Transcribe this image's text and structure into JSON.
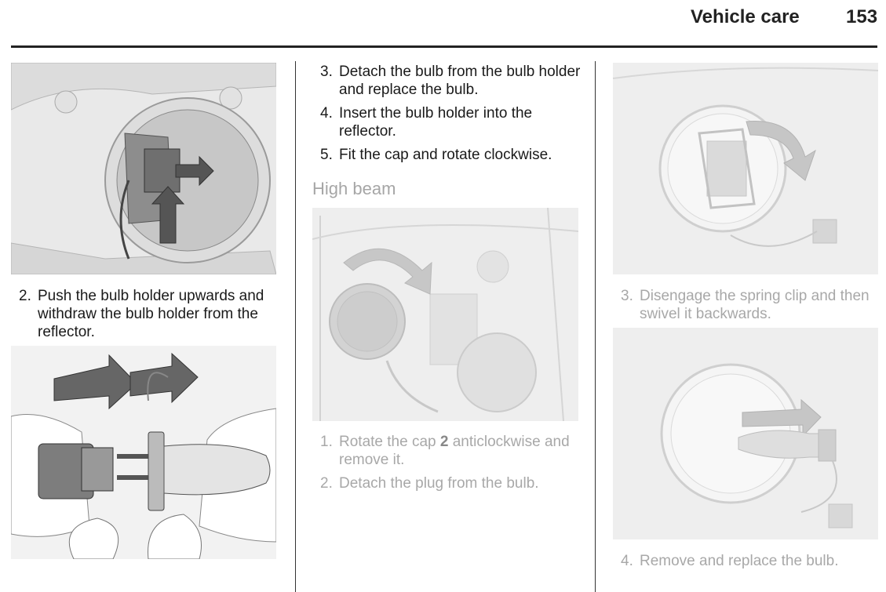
{
  "header": {
    "title": "Vehicle care",
    "page_number": "153"
  },
  "col1": {
    "step2": {
      "num": "2.",
      "text": "Push the bulb holder upwards and withdraw the bulb holder from the reflector."
    }
  },
  "col2": {
    "steps_top": [
      {
        "num": "3.",
        "text": "Detach the bulb from the bulb holder and replace the bulb."
      },
      {
        "num": "4.",
        "text": "Insert the bulb holder into the reflector."
      },
      {
        "num": "5.",
        "text": "Fit the cap and rotate clockwise."
      }
    ],
    "section_heading": "High beam",
    "step1": {
      "num": "1.",
      "text_before": "Rotate the cap ",
      "text_bold": "2",
      "text_after": " anticlockwise and remove it."
    },
    "step2": {
      "num": "2.",
      "text": "Detach the plug from the bulb."
    }
  },
  "col3": {
    "step3": {
      "num": "3.",
      "text": "Disengage the spring clip and then swivel it backwards."
    },
    "step4": {
      "num": "4.",
      "text": "Remove and replace the bulb."
    }
  },
  "colors": {
    "arrow_dark": "#555555",
    "arrow_light": "#888888",
    "figure_bg": "#ececec",
    "rule": "#222222"
  }
}
